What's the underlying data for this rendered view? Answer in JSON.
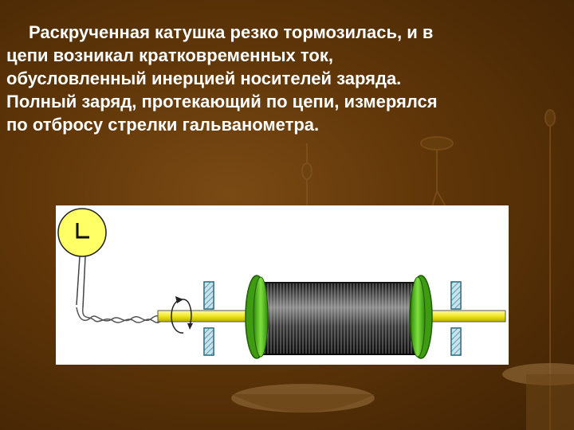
{
  "slide": {
    "text_lines": [
      "Раскрученная катушка резко тормозилась, и в",
      "цепи возникал кратковременных ток,",
      "обусловленный инерцией носителей заряда.",
      "Полный заряд, протекающий по цепи, измерялся",
      "по отбросу стрелки гальванометра."
    ]
  },
  "colors": {
    "text": "#ffffff",
    "background": "#5e3508",
    "coil": "#3a3a3a",
    "flange": "#55c11e",
    "axle": "#f2f23a",
    "galvanometer": "#ffff66",
    "bearing": "#5fb0c8"
  },
  "icons": [
    "galvanometer-icon",
    "rotation-arrow-icon",
    "coil-icon"
  ]
}
